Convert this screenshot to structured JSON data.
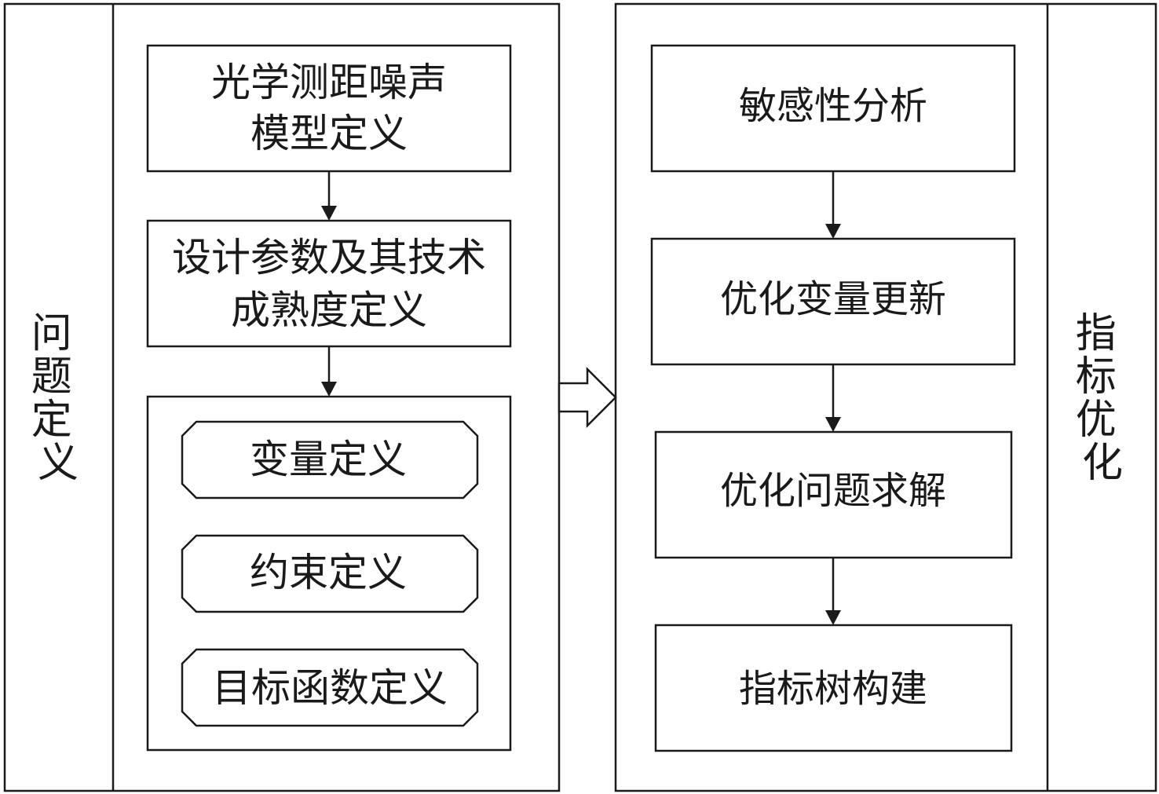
{
  "left_panel": {
    "label": "问题定义",
    "boxes": [
      {
        "lines": [
          "光学测距噪声",
          "模型定义"
        ]
      },
      {
        "lines": [
          "设计参数及其技术",
          "成熟度定义"
        ]
      }
    ],
    "group": [
      {
        "label": "变量定义"
      },
      {
        "label": "约束定义"
      },
      {
        "label": "目标函数定义"
      }
    ]
  },
  "right_panel": {
    "label": "指标优化",
    "boxes": [
      {
        "label": "敏感性分析"
      },
      {
        "label": "优化变量更新"
      },
      {
        "label": "优化问题求解"
      },
      {
        "label": "指标树构建"
      }
    ]
  },
  "colors": {
    "stroke": "#1a1a1a",
    "fill": "#ffffff",
    "text": "#1a1a1a"
  }
}
